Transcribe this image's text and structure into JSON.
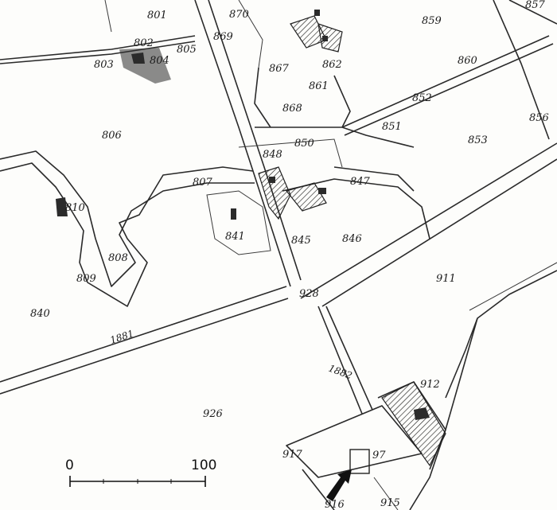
{
  "colors": {
    "ink": "#2a2a2a",
    "paper": "#fdfdfb"
  },
  "parcels": [
    {
      "id": "p801",
      "text": "801"
    },
    {
      "id": "p802",
      "text": "802"
    },
    {
      "id": "p803",
      "text": "803"
    },
    {
      "id": "p804",
      "text": "804"
    },
    {
      "id": "p805",
      "text": "805"
    },
    {
      "id": "p806",
      "text": "806"
    },
    {
      "id": "p807",
      "text": "807"
    },
    {
      "id": "p808",
      "text": "808"
    },
    {
      "id": "p809",
      "text": "809"
    },
    {
      "id": "p810",
      "text": "810"
    },
    {
      "id": "p840",
      "text": "840"
    },
    {
      "id": "p841",
      "text": "841"
    },
    {
      "id": "p845",
      "text": "845"
    },
    {
      "id": "p846",
      "text": "846"
    },
    {
      "id": "p847",
      "text": "847"
    },
    {
      "id": "p848",
      "text": "848"
    },
    {
      "id": "p850",
      "text": "850"
    },
    {
      "id": "p851",
      "text": "851"
    },
    {
      "id": "p852",
      "text": "852"
    },
    {
      "id": "p853",
      "text": "853"
    },
    {
      "id": "p856",
      "text": "856"
    },
    {
      "id": "p857",
      "text": "857"
    },
    {
      "id": "p859",
      "text": "859"
    },
    {
      "id": "p860",
      "text": "860"
    },
    {
      "id": "p861",
      "text": "861"
    },
    {
      "id": "p862",
      "text": "862"
    },
    {
      "id": "p867",
      "text": "867"
    },
    {
      "id": "p868",
      "text": "868"
    },
    {
      "id": "p869",
      "text": "869"
    },
    {
      "id": "p870",
      "text": "870"
    },
    {
      "id": "p911",
      "text": "911"
    },
    {
      "id": "p912",
      "text": "912"
    },
    {
      "id": "p926",
      "text": "926"
    },
    {
      "id": "p97",
      "text": "97"
    },
    {
      "id": "p917",
      "text": "917"
    },
    {
      "id": "p916",
      "text": "916"
    },
    {
      "id": "p915",
      "text": "915"
    },
    {
      "id": "p928",
      "text": "928"
    }
  ],
  "roads": [
    {
      "id": "r1881",
      "text": "1881"
    },
    {
      "id": "r1882",
      "text": "1882"
    }
  ],
  "scale_bar": {
    "start_label": "0",
    "end_label": "100"
  },
  "marker": {
    "icon": "arrow-icon"
  }
}
